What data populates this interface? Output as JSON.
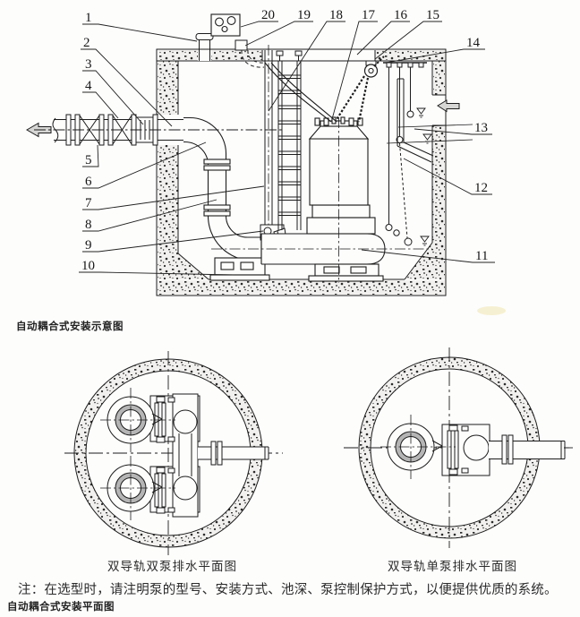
{
  "schematic": {
    "caption": "自动耦合式安装示意图",
    "callouts": [
      {
        "label": "1"
      },
      {
        "label": "2"
      },
      {
        "label": "3"
      },
      {
        "label": "4"
      },
      {
        "label": "5"
      },
      {
        "label": "6"
      },
      {
        "label": "7"
      },
      {
        "label": "8"
      },
      {
        "label": "9"
      },
      {
        "label": "10"
      },
      {
        "label": "11"
      },
      {
        "label": "12"
      },
      {
        "label": "13"
      },
      {
        "label": "14"
      },
      {
        "label": "15"
      },
      {
        "label": "16"
      },
      {
        "label": "17"
      },
      {
        "label": "18"
      },
      {
        "label": "19"
      },
      {
        "label": "20"
      }
    ]
  },
  "plans": {
    "left_caption": "双导轨双泵排水平面图",
    "right_caption": "双导轨单泵排水平面图",
    "note": "注：在选型时，请注明泵的型号、安装方式、池深、泵控制保护方式，以便提供优质的系统。",
    "bottom_caption": "自动耦合式安装平面图"
  },
  "colors": {
    "ink": "#1c1c1c",
    "concrete_speck": "#2b2b2b",
    "concrete_base": "#f1f0ee",
    "pump_ring_gray": "#b5b5b5",
    "arrow_fill": "#d6d6d4",
    "stain_yellow": "#f0e6ae"
  }
}
